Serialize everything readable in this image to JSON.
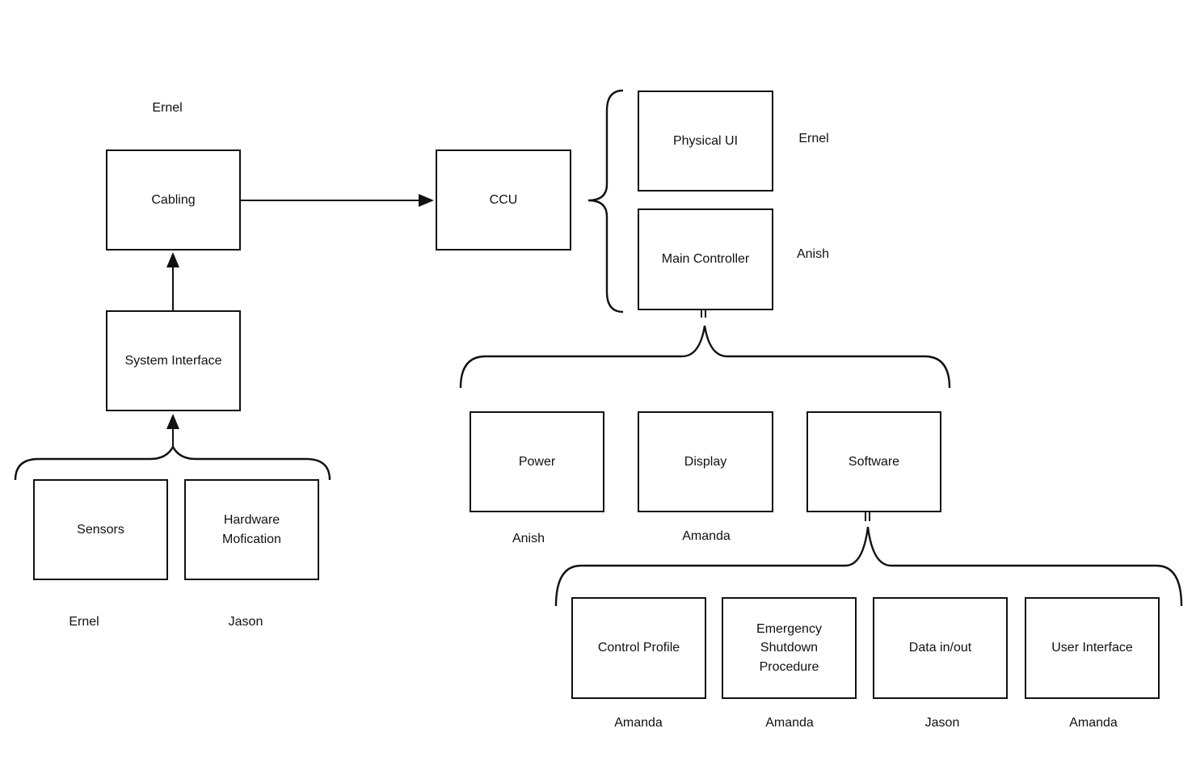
{
  "colors": {
    "line": "#111111",
    "text": "#111111",
    "background": "#ffffff"
  },
  "nodes": {
    "cabling": {
      "label": "Cabling",
      "owner": "Ernel"
    },
    "ccu": {
      "label": "CCU",
      "owner": ""
    },
    "system_interface": {
      "label": "System Interface",
      "owner": ""
    },
    "sensors": {
      "label": "Sensors",
      "owner": "Ernel"
    },
    "hardware_mofication": {
      "label": "Hardware Mofication",
      "owner": "Jason"
    },
    "physical_ui": {
      "label": "Physical UI",
      "owner": "Ernel"
    },
    "main_controller": {
      "label": "Main Controller",
      "owner": "Anish"
    },
    "power": {
      "label": "Power",
      "owner": "Anish"
    },
    "display": {
      "label": "Display",
      "owner": "Amanda"
    },
    "software": {
      "label": "Software",
      "owner": ""
    },
    "control_profile": {
      "label": "Control Profile",
      "owner": "Amanda"
    },
    "emergency_shutdown_procedure": {
      "label": "Emergency Shutdown Procedure",
      "owner": "Amanda"
    },
    "data_in_out": {
      "label": "Data in/out",
      "owner": "Jason"
    },
    "user_interface": {
      "label": "User Interface",
      "owner": "Amanda"
    }
  },
  "edges": [
    {
      "from": "system_interface",
      "to": "cabling",
      "type": "arrow"
    },
    {
      "from": "cabling",
      "to": "ccu",
      "type": "arrow"
    },
    {
      "from": "ccu",
      "to": [
        "physical_ui",
        "main_controller"
      ],
      "type": "brace"
    },
    {
      "from": [
        "sensors",
        "hardware_mofication"
      ],
      "to": "system_interface",
      "type": "brace-arrow"
    },
    {
      "from": "main_controller",
      "to": [
        "power",
        "display",
        "software"
      ],
      "type": "brace"
    },
    {
      "from": "software",
      "to": [
        "control_profile",
        "emergency_shutdown_procedure",
        "data_in_out",
        "user_interface"
      ],
      "type": "brace"
    }
  ]
}
